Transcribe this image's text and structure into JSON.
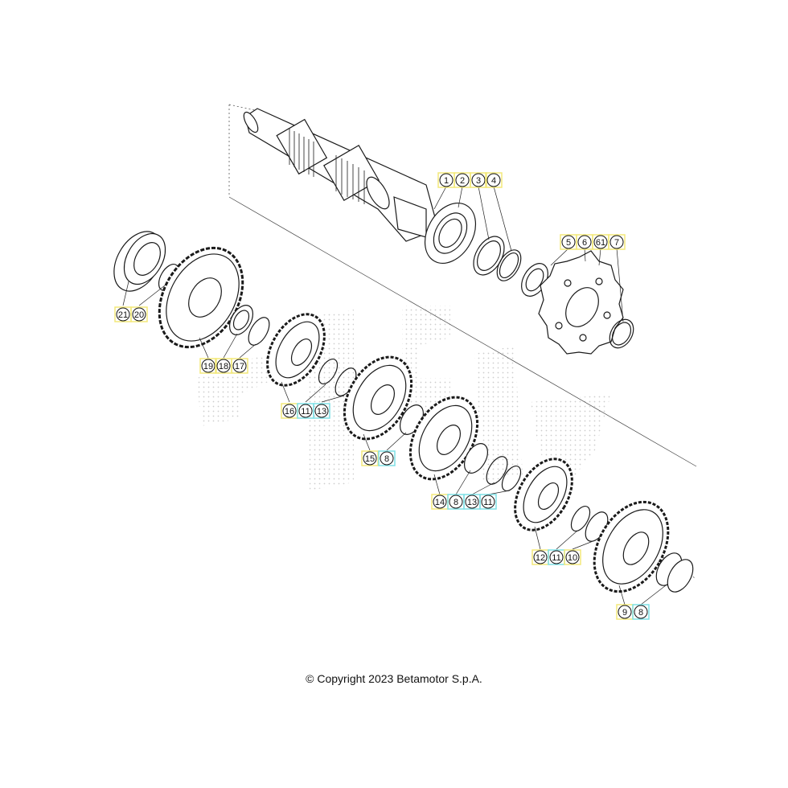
{
  "copyright": "© Copyright 2023 Betamotor S.p.A.",
  "colors": {
    "line": "#1a1a1a",
    "callout_yellow": "#f3e97a",
    "callout_cyan": "#7fe0e6",
    "watermark": "#c9c9c9"
  },
  "callouts": [
    {
      "label": "1",
      "tone": "yellow"
    },
    {
      "label": "2",
      "tone": "yellow"
    },
    {
      "label": "3",
      "tone": "yellow"
    },
    {
      "label": "4",
      "tone": "yellow"
    },
    {
      "label": "5",
      "tone": "yellow"
    },
    {
      "label": "6",
      "tone": "yellow"
    },
    {
      "label": "61",
      "tone": "yellow"
    },
    {
      "label": "7",
      "tone": "yellow"
    },
    {
      "label": "21",
      "tone": "yellow"
    },
    {
      "label": "20",
      "tone": "yellow"
    },
    {
      "label": "19",
      "tone": "yellow"
    },
    {
      "label": "18",
      "tone": "yellow"
    },
    {
      "label": "17",
      "tone": "yellow"
    },
    {
      "label": "16",
      "tone": "yellow"
    },
    {
      "label": "11",
      "tone": "cyan"
    },
    {
      "label": "13",
      "tone": "cyan"
    },
    {
      "label": "15",
      "tone": "yellow"
    },
    {
      "label": "8",
      "tone": "cyan"
    },
    {
      "label": "14",
      "tone": "yellow"
    },
    {
      "label": "8",
      "tone": "cyan"
    },
    {
      "label": "13",
      "tone": "cyan"
    },
    {
      "label": "11",
      "tone": "cyan"
    },
    {
      "label": "12",
      "tone": "yellow"
    },
    {
      "label": "11",
      "tone": "cyan"
    },
    {
      "label": "10",
      "tone": "yellow"
    },
    {
      "label": "9",
      "tone": "yellow"
    },
    {
      "label": "8",
      "tone": "cyan"
    }
  ]
}
